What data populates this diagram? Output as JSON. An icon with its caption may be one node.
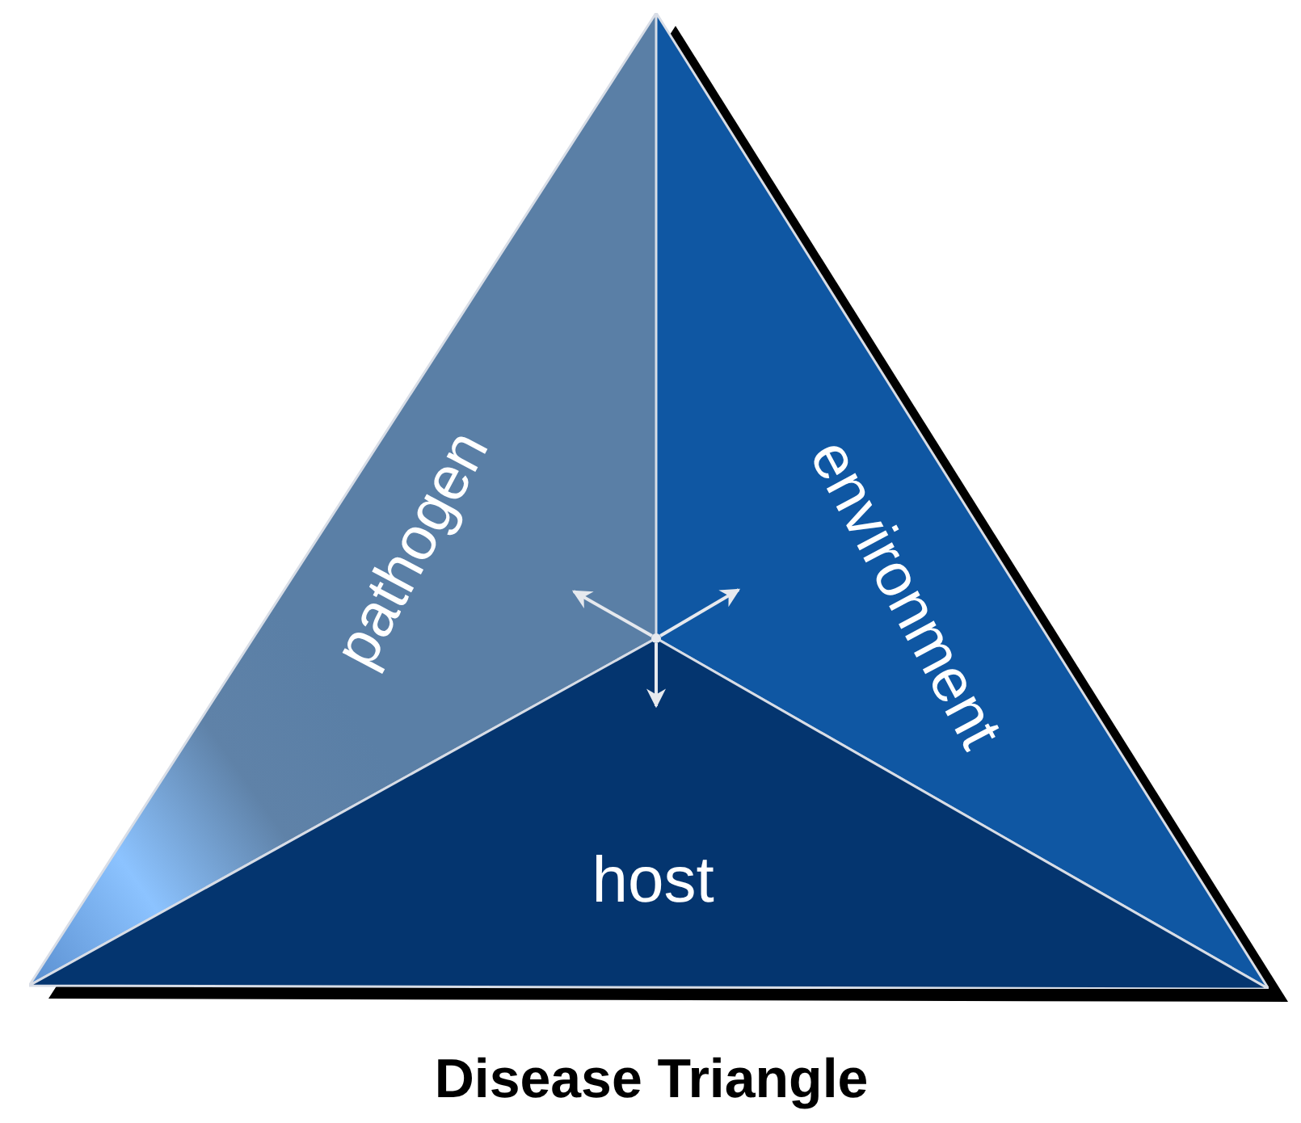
{
  "diagram": {
    "title": "Disease Triangle",
    "nodes": [
      {
        "text": [
          "pathogen"
        ]
      },
      {
        "text": [
          "environment"
        ]
      },
      {
        "text": [
          "host"
        ]
      },
      {
        "text": [],
        "shape": "circle"
      }
    ],
    "edges": [
      {
        "from": 3,
        "to": 0,
        "arrow": "to"
      },
      {
        "from": 3,
        "to": 1,
        "arrow": "to"
      },
      {
        "from": 3,
        "to": 2,
        "arrow": "to"
      }
    ]
  }
}
